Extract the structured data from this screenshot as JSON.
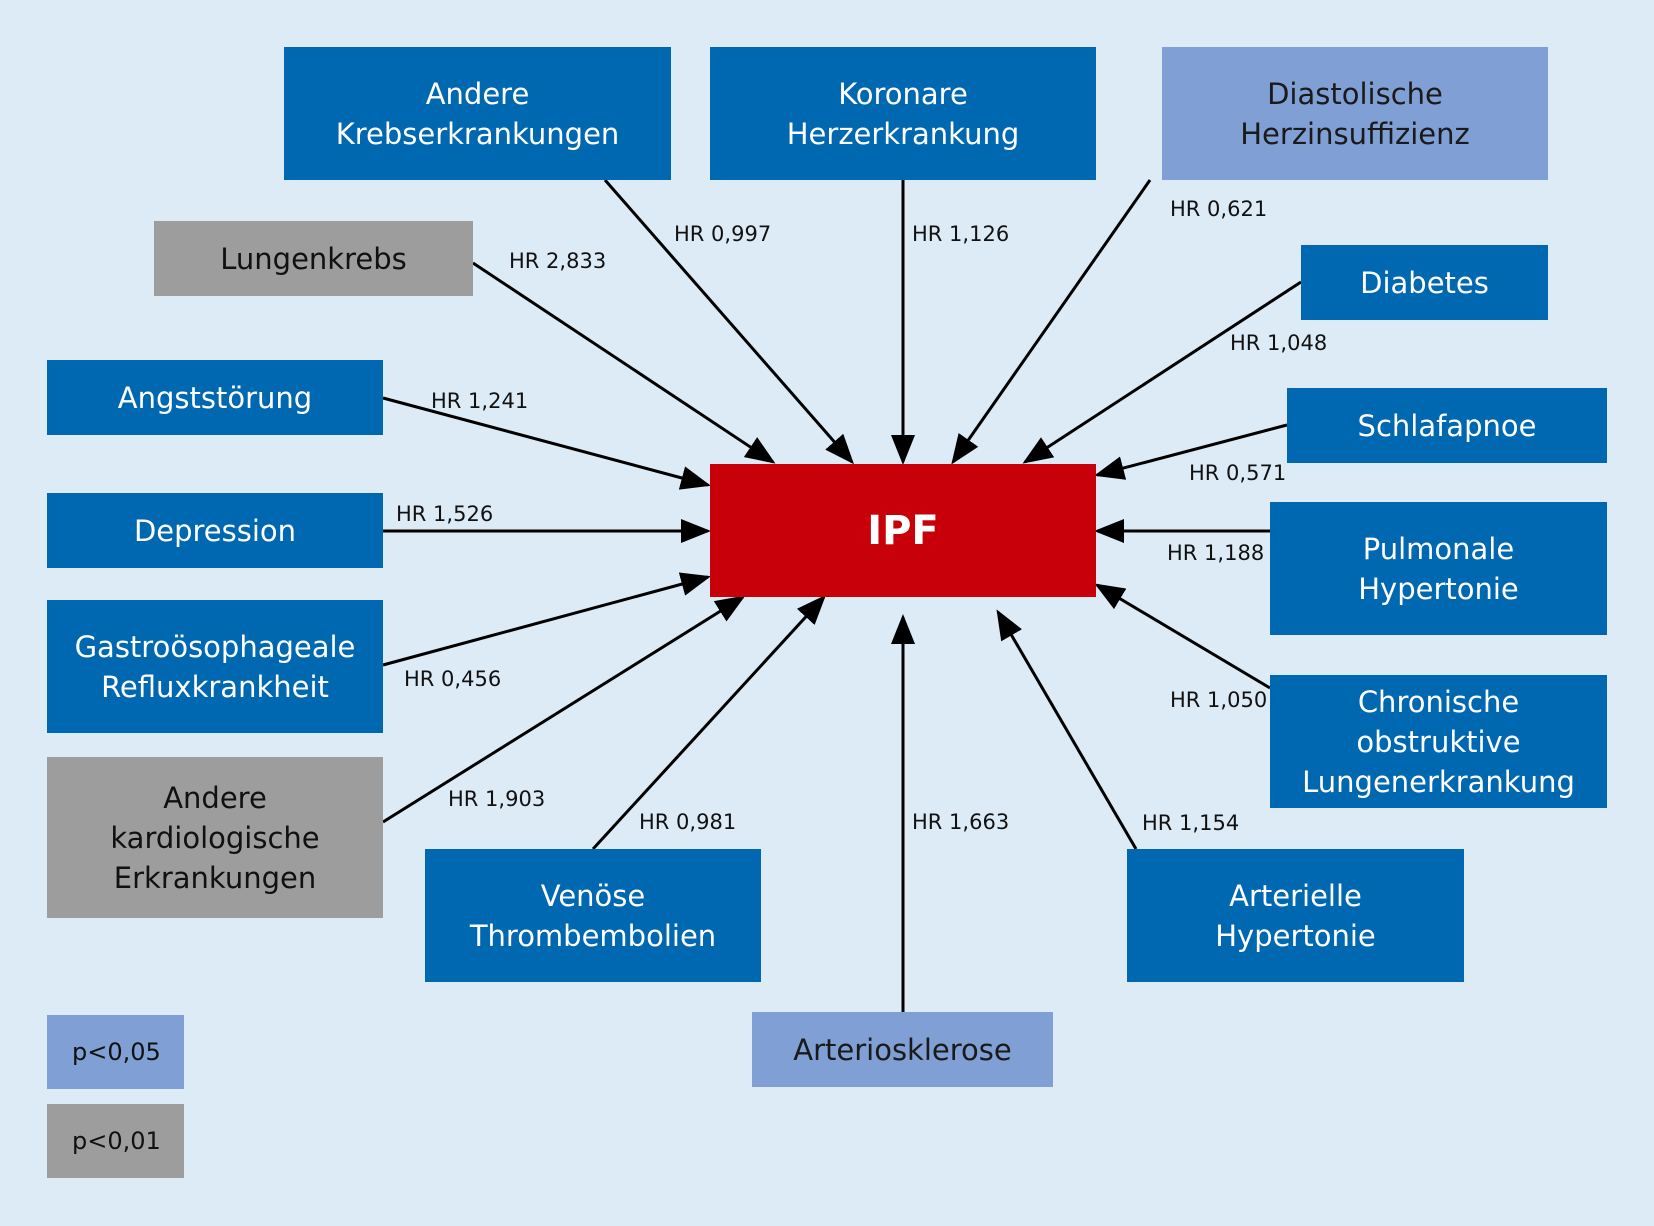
{
  "colors": {
    "background": "#ddebf7",
    "node_default": "#0067b1",
    "node_p005": "#7f9fd5",
    "node_p001": "#9d9d9d",
    "center": "#c8000a",
    "arrow": "#000000"
  },
  "center": {
    "label": "IPF"
  },
  "nodes": {
    "andere_krebs": {
      "label": "Andere\nKrebserkrankungen",
      "hr": "HR 0,997"
    },
    "koronare": {
      "label": "Koronare\nHerzerkrankung",
      "hr": "HR 1,126"
    },
    "diastolische": {
      "label": "Diastolische\nHerzinsuffizienz",
      "hr": "HR 0,621"
    },
    "lungenkrebs": {
      "label": "Lungenkrebs",
      "hr": "HR 2,833"
    },
    "diabetes": {
      "label": "Diabetes",
      "hr": "HR 1,048"
    },
    "angst": {
      "label": "Angststörung",
      "hr": "HR 1,241"
    },
    "schlafapnoe": {
      "label": "Schlafapnoe",
      "hr": "HR 0,571"
    },
    "depression": {
      "label": "Depression",
      "hr": "HR 1,526"
    },
    "pulmonale": {
      "label": "Pulmonale\nHypertonie",
      "hr": "HR 1,188"
    },
    "gerd": {
      "label": "Gastroösophageale\nRefluxkrankheit",
      "hr": "HR 0,456"
    },
    "copd": {
      "label": "Chronische\nobstruktive\nLungenerkrankung",
      "hr": "HR 1,050"
    },
    "andere_kardio": {
      "label": "Andere\nkardiologische\nErkrankungen",
      "hr": "HR 1,903"
    },
    "venoese": {
      "label": "Venöse\nThrombembolien",
      "hr": "HR 0,981"
    },
    "arteriosklerose": {
      "label": "Arteriosklerose",
      "hr": "HR 1,663"
    },
    "arterielle": {
      "label": "Arterielle\nHypertonie",
      "hr": "HR 1,154"
    }
  },
  "legend": {
    "p005": "p<0,05",
    "p001": "p<0,01"
  }
}
